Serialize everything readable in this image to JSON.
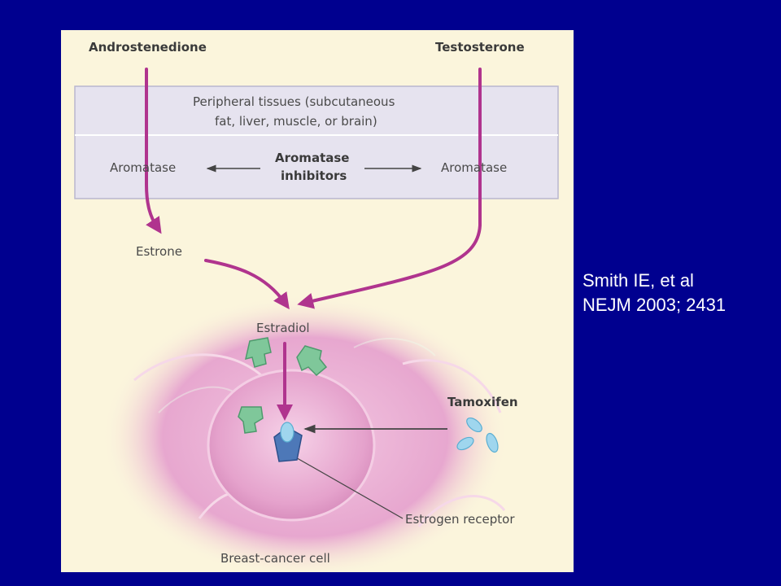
{
  "figure": {
    "androstenedione": "Androstenedione",
    "testosterone": "Testosterone",
    "peripheral_line1": "Peripheral tissues (subcutaneous",
    "peripheral_line2": "fat, liver, muscle, or brain)",
    "aromatase_left": "Aromatase",
    "aromatase_right": "Aromatase",
    "inhibitors_line1": "Aromatase",
    "inhibitors_line2": "inhibitors",
    "estrone": "Estrone",
    "estradiol": "Estradiol",
    "tamoxifen": "Tamoxifen",
    "estrogen_receptor": "Estrogen receptor",
    "breast_cancer_cell": "Breast-cancer cell"
  },
  "citation": {
    "line1": "Smith IE, et al",
    "line2": "NEJM 2003; 2431"
  },
  "colors": {
    "background": "#00008f",
    "panel": "#fbf5dc",
    "box": "#e6e3ef",
    "arrow": "#b0348e",
    "cell": "#e9a9d0",
    "estrogen_molecule": "#7fc79a",
    "tamoxifen_molecule": "#9fd6ee",
    "receptor": "#4d78b8"
  }
}
